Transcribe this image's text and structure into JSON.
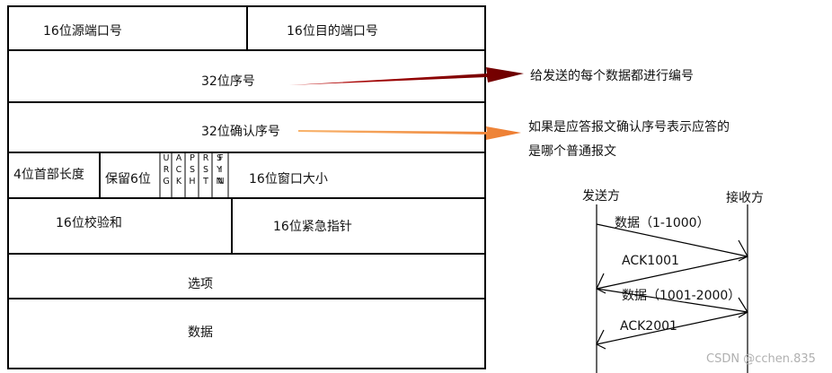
{
  "header": {
    "src_port": "16位源端口号",
    "dst_port": "16位目的端口号",
    "seq": "32位序号",
    "ack": "32位确认序号",
    "hdr_len": "4位首部长度",
    "reserved": "保留6位",
    "flags": [
      {
        "l1": "U",
        "l2": "R",
        "l3": "G"
      },
      {
        "l1": "A",
        "l2": "C",
        "l3": "K"
      },
      {
        "l1": "P",
        "l2": "S",
        "l3": "H"
      },
      {
        "l1": "R",
        "l2": "S",
        "l3": "T"
      },
      {
        "l1": "S",
        "l2": "Y",
        "l3": "N"
      },
      {
        "l1": "F",
        "l2": "I",
        "l3": "N"
      }
    ],
    "window": "16位窗口大小",
    "checksum": "16位校验和",
    "urgent": "16位紧急指针",
    "options": "选项",
    "data": "数据"
  },
  "annotations": {
    "seq_note": "给发送的每个数据都进行编号",
    "ack_note_line1": "如果是应答报文确认序号表示应答的",
    "ack_note_line2": "是哪个普通报文"
  },
  "sequence": {
    "sender": "发送方",
    "receiver": "接收方",
    "msg1": "数据（1-1000）",
    "msg2": "ACK1001",
    "msg3": "数据（1001-2000）",
    "msg4": "ACK2001"
  },
  "watermark": "CSDN @cchen.835",
  "colors": {
    "arrow_dark": "#8b0000",
    "arrow_orange": "#ed7d31"
  }
}
